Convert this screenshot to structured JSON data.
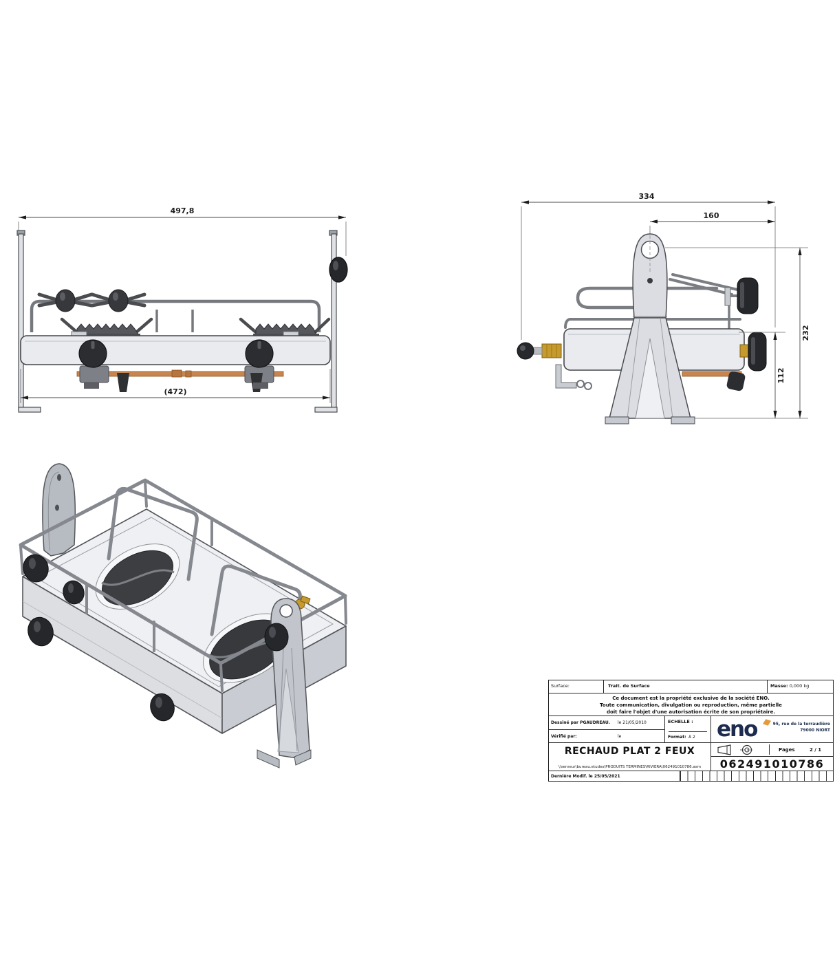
{
  "document": {
    "kind": "technical-drawing",
    "product": "two-burner gimbal stove"
  },
  "front_view": {
    "dim_overall_width": "497,8",
    "dim_inner_width": "(472)"
  },
  "side_view": {
    "dim_overall_depth": "334",
    "dim_pivot_offset": "160",
    "dim_height_overall": "232",
    "dim_height_body": "112"
  },
  "title_block": {
    "surface_label": "Surface:",
    "surface_value": "Trait. de Surface",
    "masse_label": "Masse:",
    "masse_value": "0,000 kg",
    "notice_line1": "Ce document est la propriété exclusive de la société ENO.",
    "notice_line2": "Toute communication, divulgation ou reproduction, même partielle",
    "notice_line3": "doit faire l'objet d'une autorisation écrite de son propriétaire.",
    "drawn_label": "Dessiné par PGAUDREAU.",
    "drawn_date": "le 21/05/2010",
    "checked_label": "Vérifié par:",
    "checked_date": "le",
    "scale_label": "ECHELLE :",
    "format_label": "Format:",
    "format_value": "A 2",
    "logo_text": "eno",
    "address_line1": "95, rue de la terraudière",
    "address_line2": "79000 NIORT",
    "pages_label": "Pages",
    "pages_value": "2 / 1",
    "drawing_title": "RECHAUD PLAT 2 FEUX",
    "file_path": "\\\\serveur\\bureau.etudes\\PRODUITS TERMINES\\RIVIERA\\062491010786.asm",
    "part_number": "062491010786",
    "last_modified": "Dernière Modif. le 25/05/2021"
  },
  "colors": {
    "outline": "#45474b",
    "body_fill": "#e9ebee",
    "knob": "#26272a",
    "copper": "#c9854f",
    "brass": "#c79a2e",
    "logo_navy": "#1d2c4e",
    "logo_orange": "#e39b3c"
  }
}
